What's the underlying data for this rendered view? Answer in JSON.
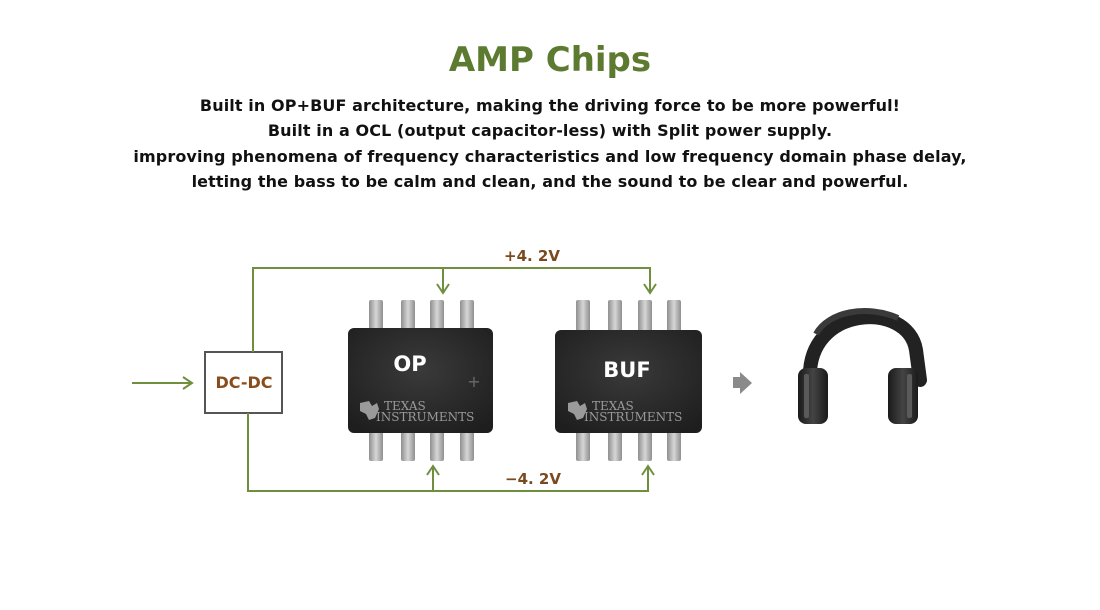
{
  "header": {
    "title": "AMP Chips",
    "lines": [
      "Built in OP+BUF architecture, making the driving force to be more powerful!",
      "Built in a OCL (output capacitor-less) with Split power supply.",
      "improving phenomena of frequency characteristics and low frequency domain phase delay,",
      "letting the bass to be calm and clean, and the sound to be clear and powerful."
    ]
  },
  "diagram": {
    "positive_rail": "+4. 2V",
    "negative_rail": "−4. 2V",
    "converter_label": "DC-DC",
    "chips": [
      {
        "label": "OP",
        "maker_line1": "TEXAS",
        "maker_line2": "INSTRUMENTS"
      },
      {
        "label": "BUF",
        "maker_line1": "TEXAS",
        "maker_line2": "INSTRUMENTS"
      }
    ],
    "output_icon": "headphones-icon",
    "colors": {
      "wire": "#6f8f3f",
      "title": "#5d7a31",
      "voltage_text": "#7a4a1e",
      "chip_body": "#2b2b2b",
      "pin": "#b5b5b5"
    }
  }
}
